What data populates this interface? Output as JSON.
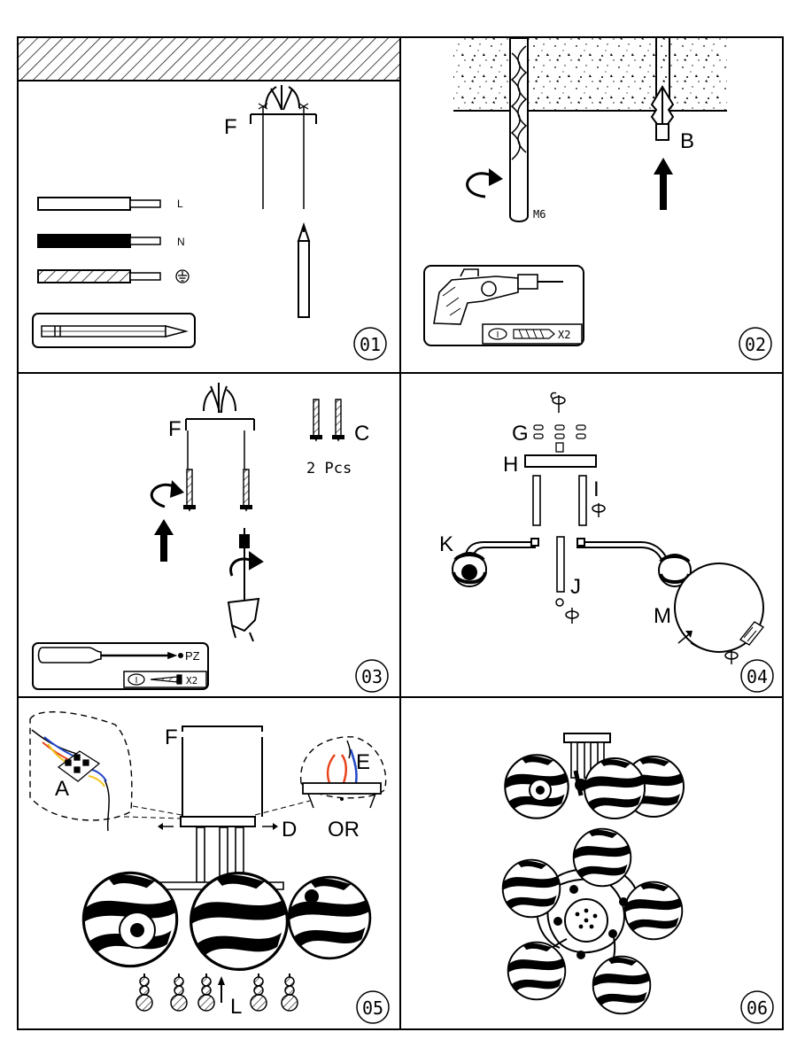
{
  "panels": [
    {
      "number": "01"
    },
    {
      "number": "02"
    },
    {
      "number": "03"
    },
    {
      "number": "04"
    },
    {
      "number": "05"
    },
    {
      "number": "06"
    }
  ],
  "labels": {
    "p1": {
      "F": "F",
      "L": "L",
      "N": "N"
    },
    "p2": {
      "B": "B",
      "M6": "M6",
      "qty": "X2",
      "part_code": "I"
    },
    "p3": {
      "F": "F",
      "C": "C",
      "pcs": "2 Pcs",
      "PZ": "PZ",
      "qty": "X2",
      "part_code": "I"
    },
    "p4": {
      "G": "G",
      "H": "H",
      "I": "I",
      "J": "J",
      "K": "K",
      "M": "M"
    },
    "p5": {
      "F": "F",
      "A": "A",
      "E": "E",
      "D": "D",
      "OR": "OR",
      "L": "L"
    }
  },
  "colors": {
    "line": "#000000",
    "wire_red": "#e8431a",
    "wire_blue": "#2347c8",
    "wire_yellow": "#f2c318"
  },
  "icons": [
    "ceiling-hatch",
    "drill-bit",
    "wall-plug",
    "drill-icon",
    "pencil-icon",
    "screwdriver-icon",
    "screw-icon",
    "earth-symbol-icon",
    "glass-globe-shade",
    "crystal-drop"
  ]
}
